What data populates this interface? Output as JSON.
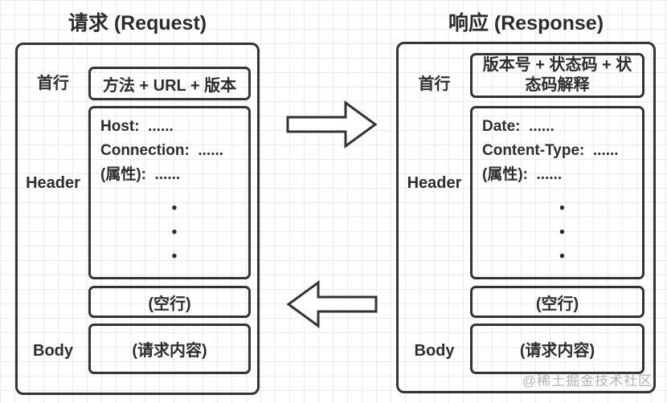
{
  "diagram": {
    "colors": {
      "stroke": "#333333",
      "text": "#2d2d2d",
      "grid": "#e8e0e0",
      "watermark": "#b3b3b3",
      "background": "#ffffff"
    },
    "request": {
      "title": "请求 (Request)",
      "first_line_label": "首行",
      "first_line_value": "方法 + URL + 版本",
      "header_label": "Header",
      "header_lines": [
        "Host:  ......",
        "Connection:  ......",
        "(属性):  ......"
      ],
      "blank_line_value": "(空行)",
      "body_label": "Body",
      "body_value": "(请求内容)"
    },
    "response": {
      "title": "响应 (Response)",
      "first_line_label": "首行",
      "first_line_value": "版本号 + 状态码 + 状\n态码解释",
      "header_label": "Header",
      "header_lines": [
        "Date:  ......",
        "Content-Type:  ......",
        "(属性):  ......"
      ],
      "blank_line_value": "(空行)",
      "body_label": "Body",
      "body_value": "(请求内容)"
    },
    "vertical_dots": [
      "•",
      "•",
      "•"
    ],
    "watermark": "@稀土掘金技术社区"
  }
}
